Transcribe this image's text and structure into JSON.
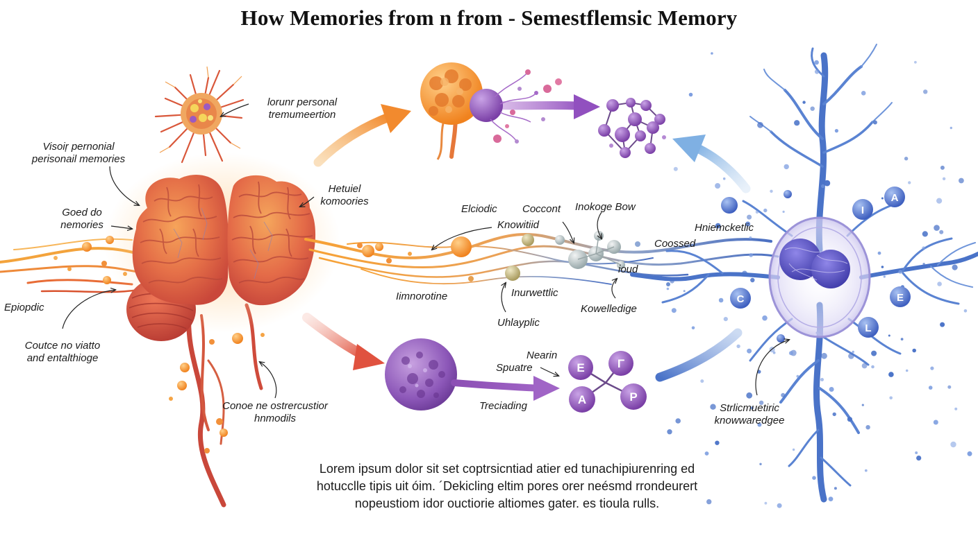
{
  "title": "How Memories from n from - Semestflemsic Memory",
  "labels": {
    "visoir": [
      "Visoiŗ pernonial",
      "perisonail memories"
    ],
    "lorunr": [
      "lorunr personal",
      "tremumeertion"
    ],
    "goed": [
      "Goed do",
      "nemories"
    ],
    "hetuiel": [
      "Hetuiel",
      "komoories"
    ],
    "epiopdic": "Epiopdic",
    "coutce": [
      "Coutce no viatto",
      "and entalthioge"
    ],
    "conoe": [
      "Conoe ne ostrercustior",
      "hnmodils"
    ],
    "elciodic": "Elciodic",
    "coccont": "Coccont",
    "inokoge": "Inokoge Bow",
    "knowitiid": "Knowitiid",
    "iimnorotine": "Iimnorotine",
    "inurwettlic": "Inurwettlic",
    "uhlayplic": "Uhlayplic",
    "ioud": "ioud",
    "kowelledige": "Kowelledige",
    "coossed": "Coossed",
    "hniemcketlic": "Hniemcketlic",
    "nearin": "Nearin",
    "spuatre": "Spuatre",
    "treciading": "Treciading",
    "strict": [
      "Strlicmuetiric",
      "knowwaredgee"
    ]
  },
  "nodes": {
    "lower_cluster": [
      "E",
      "Γ",
      "A",
      "P"
    ],
    "right_cluster": [
      "A",
      "I",
      "C",
      "E",
      "L"
    ]
  },
  "caption": [
    "Lorem ipsum dolor sit set coptrsicntiad atier ed tunachipiurenring ed",
    "hotucclle tipis uit óim. ´Dekicling eltim pores orer neésmd rrondeurert",
    "nopeustiom idor ouctiorie altiomes gater. es tioula rulls."
  ],
  "colors": {
    "warm_orange": "#f39a3b",
    "brain_red": "#d9573a",
    "purple": "#8a55b3",
    "blue": "#4a73c4",
    "light_blue_arrow": "#8eb8e6"
  }
}
